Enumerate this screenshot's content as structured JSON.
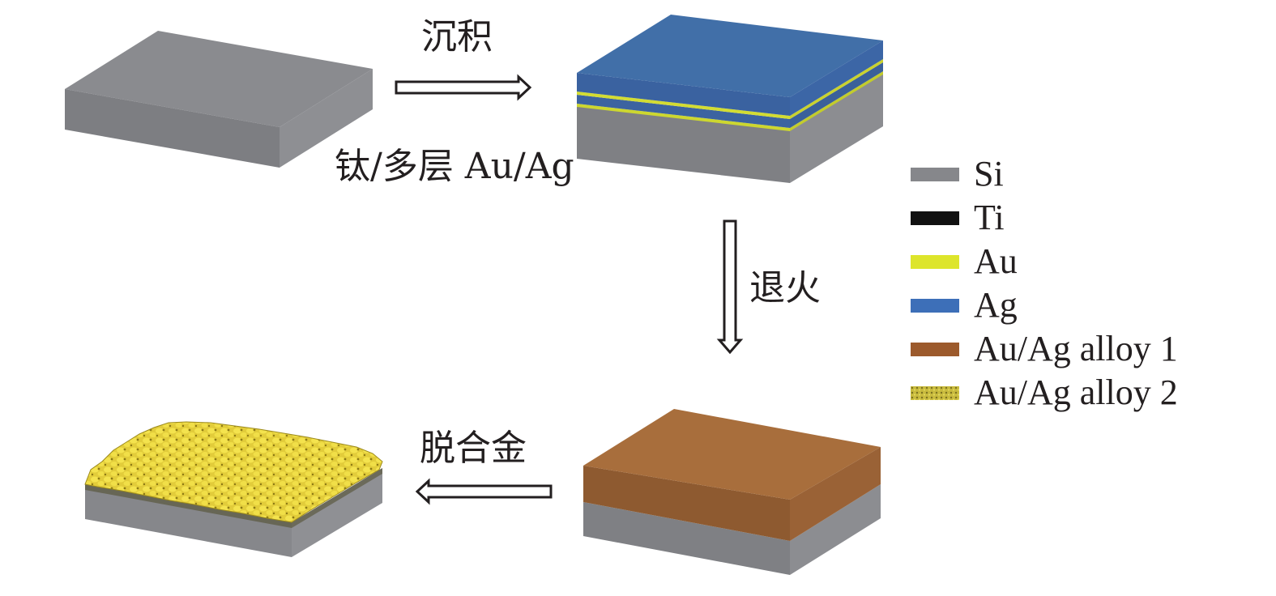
{
  "steps": {
    "deposit": "沉积",
    "layers": "钛/多层 Au/Ag",
    "anneal": "退火",
    "dealloy": "脱合金"
  },
  "legend": [
    {
      "label": "Si",
      "color": "#86878b"
    },
    {
      "label": "Ti",
      "color": "#111111"
    },
    {
      "label": "Au",
      "color": "#dde52b"
    },
    {
      "label": "Ag",
      "color": "#3d6fb8"
    },
    {
      "label": "Au/Ag alloy 1",
      "color": "#9c5a2c"
    },
    {
      "label": "Au/Ag alloy 2",
      "color": "#c7b93c"
    }
  ],
  "colors": {
    "si_top": "#8a8b8f",
    "si_front": "#7d7e82",
    "si_side": "#8f9094",
    "ag_top": "#3f6fa8",
    "au_layer": "#cdd72f",
    "alloy_top": "#a86b3b",
    "alloy_front": "#8e5a30",
    "alloy_side": "#9a6236",
    "porous": "#e0c93a",
    "arrow": "#231f20"
  }
}
